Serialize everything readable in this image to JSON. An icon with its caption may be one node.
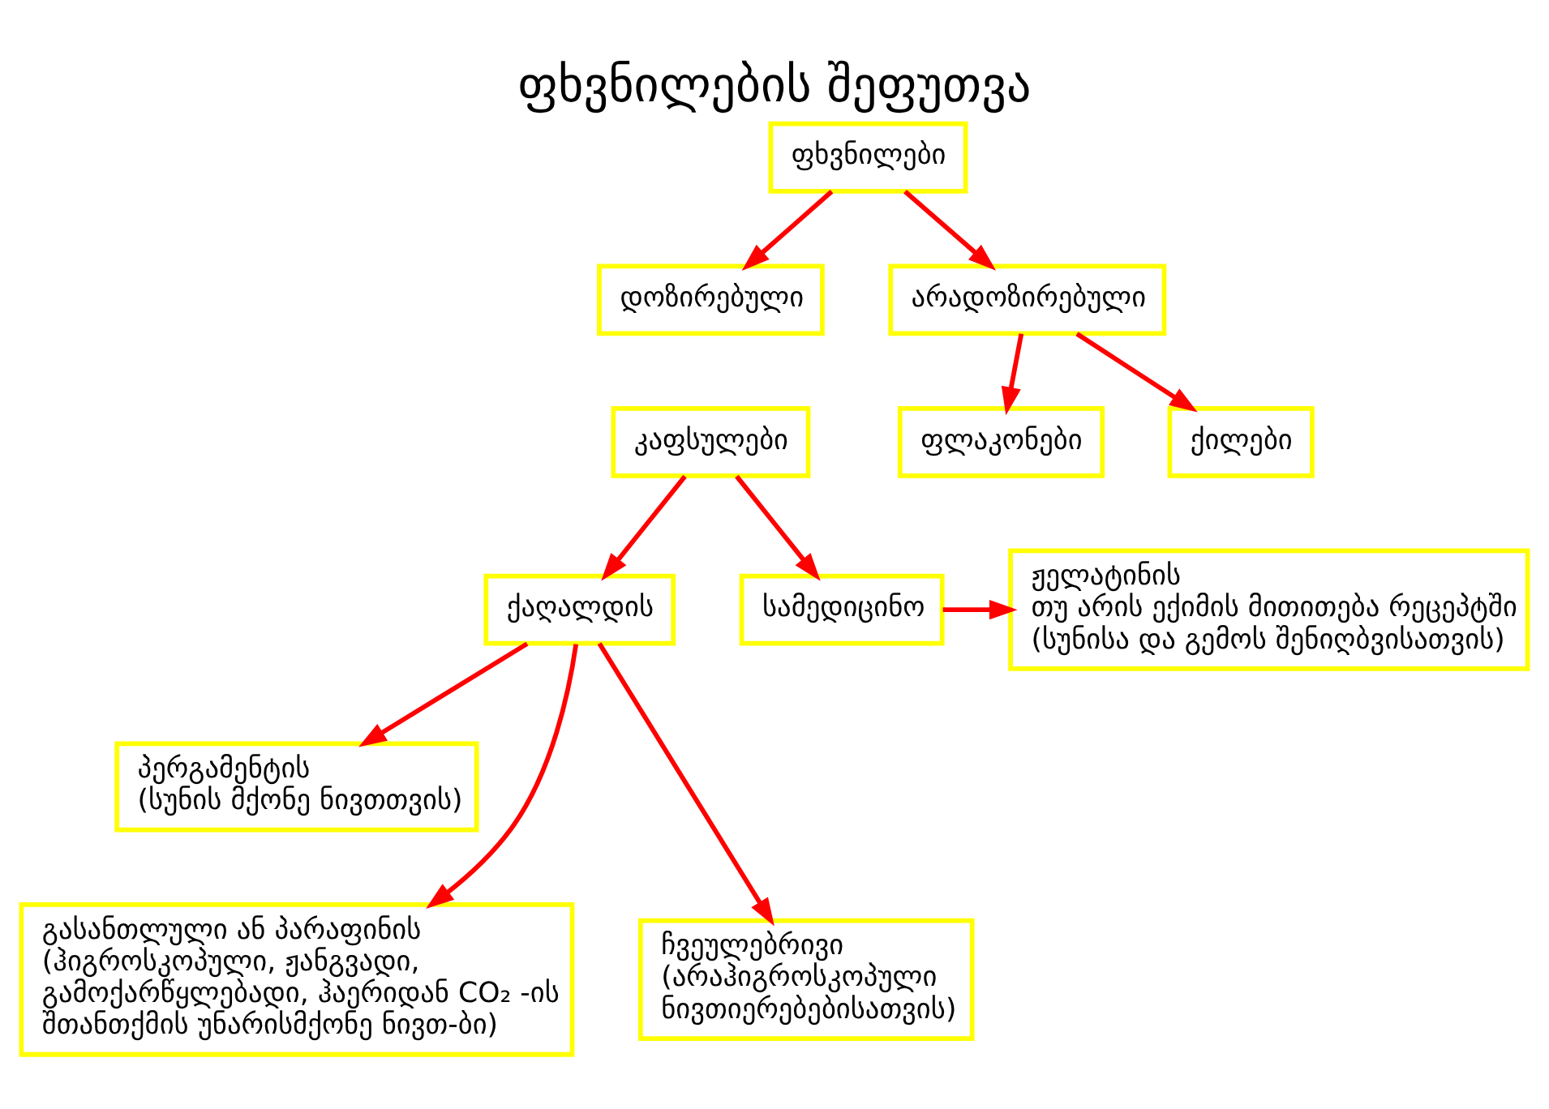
{
  "diagram": {
    "title": "ფხვნილების შეფუთვა",
    "nodes": [
      {
        "text": [
          "ფხვნილები"
        ]
      },
      {
        "text": [
          "დოზირებული"
        ]
      },
      {
        "text": [
          "არადოზირებული"
        ]
      },
      {
        "text": [
          "კაფსულები"
        ]
      },
      {
        "text": [
          "ფლაკონები"
        ]
      },
      {
        "text": [
          "ქილები"
        ]
      },
      {
        "text": [
          "ქაღალდის"
        ]
      },
      {
        "text": [
          "სამედიცინო"
        ]
      },
      {
        "text": [
          "ჟელატინის",
          "თუ არის ექიმის მითითება რეცეპტში (სუნისა და გემოს შენიღბვისათვის)"
        ]
      },
      {
        "text": [
          "პერგამენტის",
          "(სუნის მქონე ნივთთვის)"
        ]
      },
      {
        "text": [
          "გასანთლული ან პარაფინის",
          "(ჰიგროსკოპული, ჟანგვადი, გამოქარწყლებადი, ჰაერიდან CO₂ -ის შთანთქმის უნარისმქონე ნივთ-ბი)"
        ]
      },
      {
        "text": [
          "ჩვეულებრივი",
          "(არაჰიგროსკოპული ნივთიერებებისათვის)"
        ]
      }
    ],
    "edges": [
      {
        "from": 0,
        "to": 1,
        "arrow": "to"
      },
      {
        "from": 0,
        "to": 2,
        "arrow": "to"
      },
      {
        "from": 2,
        "to": 4,
        "arrow": "to"
      },
      {
        "from": 2,
        "to": 5,
        "arrow": "to"
      },
      {
        "from": 3,
        "to": 6,
        "arrow": "to"
      },
      {
        "from": 3,
        "to": 7,
        "arrow": "to"
      },
      {
        "from": 7,
        "to": 8,
        "arrow": "to"
      },
      {
        "from": 6,
        "to": 9,
        "arrow": "to"
      },
      {
        "from": 6,
        "to": 10,
        "arrow": "to"
      },
      {
        "from": 6,
        "to": 11,
        "arrow": "to"
      }
    ]
  }
}
